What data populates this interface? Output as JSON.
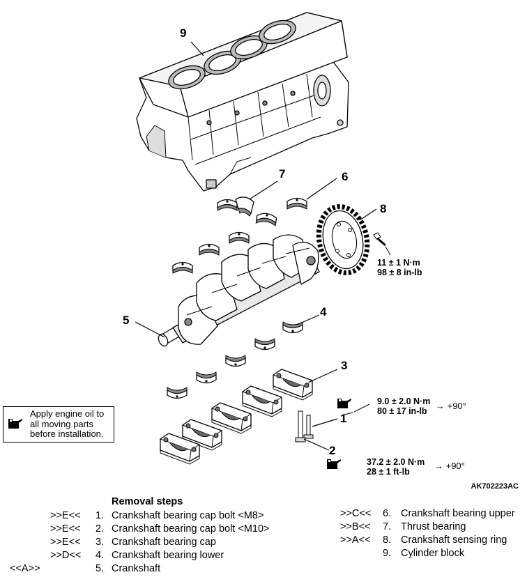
{
  "callouts": {
    "n1": "1",
    "n2": "2",
    "n3": "3",
    "n4": "4",
    "n5": "5",
    "n6": "6",
    "n7": "7",
    "n8": "8",
    "n9": "9"
  },
  "torque": {
    "t8": {
      "line1": "11 ± 1 N·m",
      "line2": "98 ± 8 in-lb"
    },
    "t1": {
      "line1": "9.0 ± 2.0 N·m",
      "line2": "80 ± 17 in-lb",
      "angle": "→ +90°"
    },
    "t2": {
      "line1": "37.2 ± 2.0 N·m",
      "line2": "28 ± 1 ft-lb",
      "angle": "→ +90°"
    }
  },
  "oil_note": {
    "line1": "Apply engine oil to",
    "line2": "all moving parts",
    "line3": "before installation."
  },
  "figure_id": "AK702223AC",
  "steps_title": "Removal steps",
  "steps_left": [
    {
      "code": ">>E<<",
      "num": "1.",
      "label": "Crankshaft bearing cap bolt <M8>"
    },
    {
      "code": ">>E<<",
      "num": "2.",
      "label": "Crankshaft bearing cap bolt <M10>"
    },
    {
      "code": ">>E<<",
      "num": "3.",
      "label": "Crankshaft bearing cap"
    },
    {
      "code": ">>D<<",
      "num": "4.",
      "label": "Crankshaft bearing lower"
    },
    {
      "code": "<<A>>",
      "num": "5.",
      "label": "Crankshaft"
    }
  ],
  "steps_right": [
    {
      "code": ">>C<<",
      "num": "6.",
      "label": "Crankshaft bearing upper"
    },
    {
      "code": ">>B<<",
      "num": "7.",
      "label": "Thrust bearing"
    },
    {
      "code": ">>A<<",
      "num": "8.",
      "label": "Crankshaft sensing ring"
    },
    {
      "code": "",
      "num": "9.",
      "label": "Cylinder block"
    }
  ],
  "icons": {
    "oil": "oil-can-icon"
  }
}
